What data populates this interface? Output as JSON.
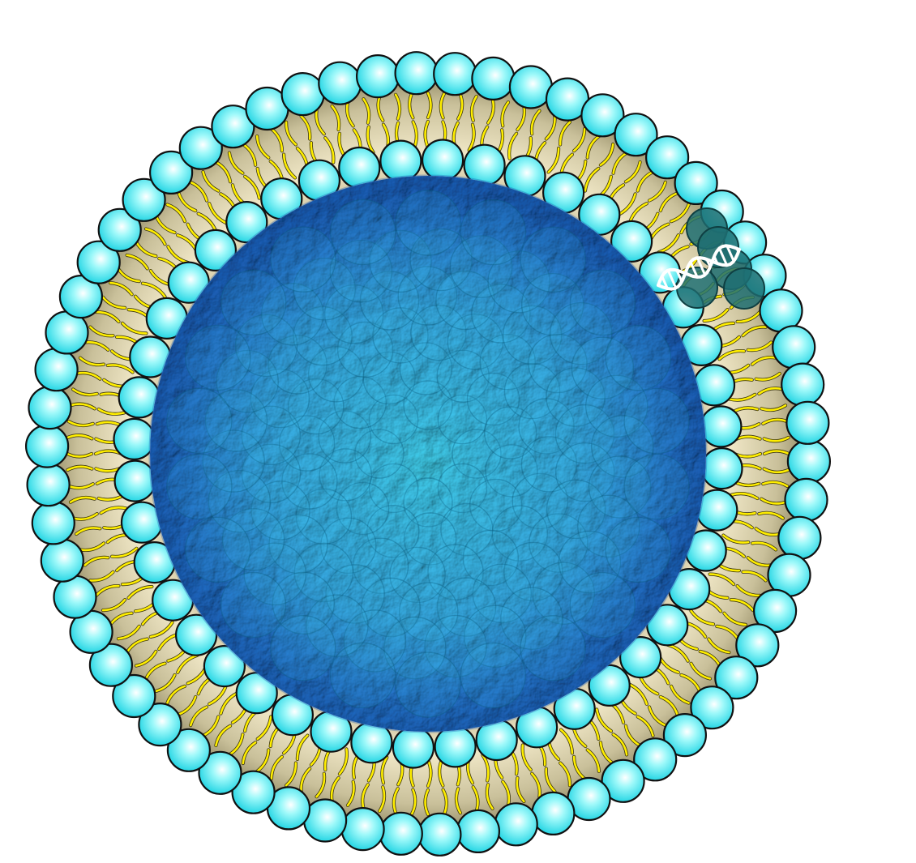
{
  "figure": {
    "subject": "liposome",
    "components": [
      "outer-lipid-layer",
      "lipid-tails",
      "inner-lipid-layer",
      "aqueous-core",
      "dna-icon"
    ],
    "outer_head_count": 62,
    "inner_head_count": 44,
    "core_texture_count": 120
  },
  "colors": {
    "background": "#ffffff",
    "head_fill_center": "#ffffff",
    "head_fill_mid": "#7ff6f6",
    "head_fill_edge": "#1ed8e6",
    "head_stroke": "#111111",
    "tail_band_light": "#f2e9c8",
    "tail_band_dark": "#a8a07a",
    "tail_yellow": "#ffee00",
    "core_blue": "#2b86d8",
    "core_light": "#41c7ee",
    "core_dark": "#0b4a8f",
    "dna_shadow": "#1f6e72",
    "dna_white": "#ffffff"
  }
}
